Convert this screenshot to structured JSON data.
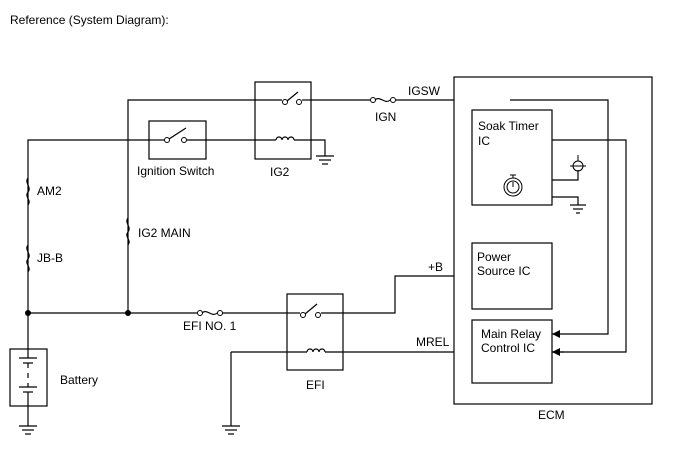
{
  "title": "Reference (System Diagram):",
  "labels": {
    "am2": "AM2",
    "jb_b": "JB-B",
    "battery": "Battery",
    "ignition_switch": "Ignition Switch",
    "ig2_relay": "IG2",
    "ig2_main": "IG2 MAIN",
    "ign_fuse": "IGN",
    "igsw": "IGSW",
    "efi_no1": "EFI NO. 1",
    "efi_relay": "EFI",
    "plus_b": "+B",
    "mrel": "MREL",
    "ecm": "ECM"
  },
  "ecm_blocks": {
    "soak_timer_line1": "Soak Timer",
    "soak_timer_line2": "IC",
    "power_source_line1": "Power",
    "power_source_line2": "Source IC",
    "main_relay_line1": "Main Relay",
    "main_relay_line2": "Control IC"
  }
}
